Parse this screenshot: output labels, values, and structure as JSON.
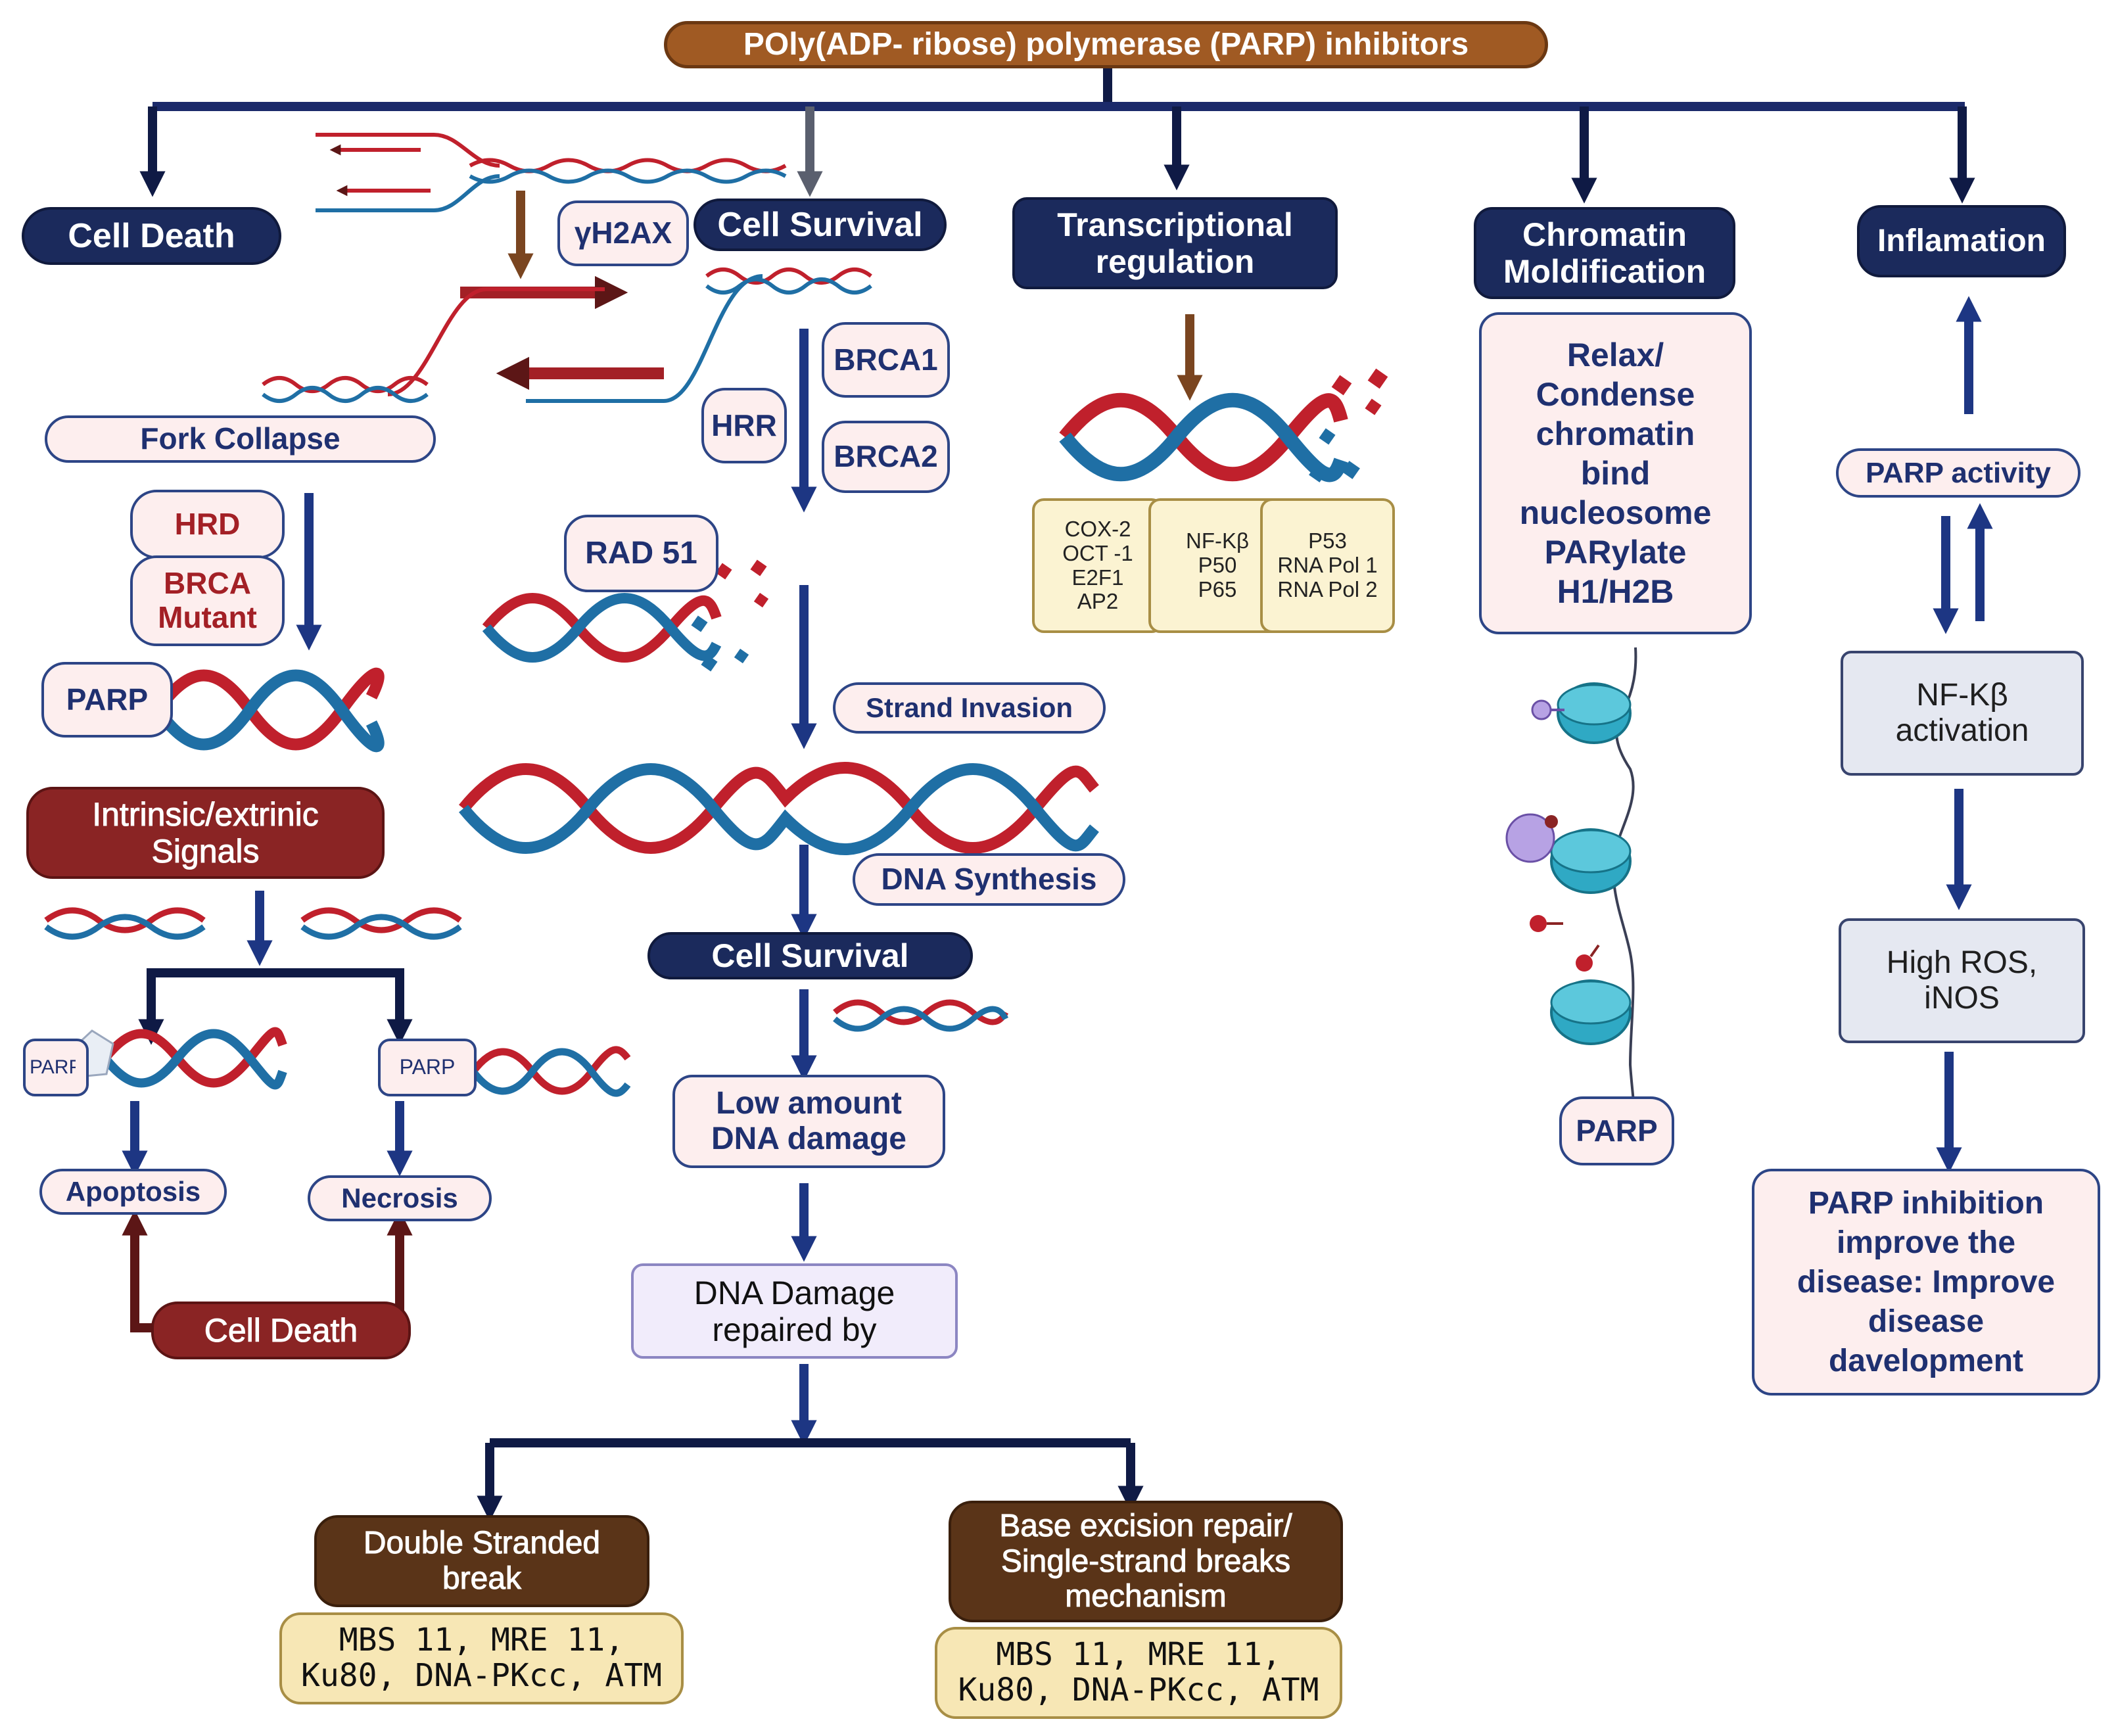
{
  "title": "POly(ADP- ribose) polymerase (PARP) inhibitors",
  "colors": {
    "navy": "#1b2a5c",
    "arrow_blue": "#1d3683",
    "brown": "#7a4520",
    "maroon": "#8a2424",
    "dna_red": "#c0202c",
    "dna_blue": "#1f6fa5",
    "nucleosome": "#2fa9c4"
  },
  "cell_death": {
    "header": "Cell Death",
    "gamma_h2ax": "γH2AX",
    "fork_collapse": "Fork  Collapse",
    "hrd": "HRD",
    "brca_mutant": "BRCA\nMutant",
    "parp": "PARP",
    "signals": "Intrinsic/extrinic\nSignals",
    "parp_left": "PARP",
    "parp_right": "PARP",
    "apoptosis": "Apoptosis",
    "necrosis": "Necrosis",
    "footer": "Cell Death"
  },
  "cell_survival": {
    "header": "Cell Survival",
    "brca1": "BRCA1",
    "brca2": "BRCA2",
    "hrr": "HRR",
    "rad51": "RAD 51",
    "strand_invasion": "Strand Invasion",
    "dna_synthesis": "DNA Synthesis",
    "survival2": "Cell Survival",
    "low_damage": "Low amount\nDNA damage",
    "repaired_by": "DNA Damage\nrepaired by",
    "dsb": "Double Stranded\nbreak",
    "dsb_genes": "MBS 11, MRE 11,\nKu80, DNA-PKcc, ATM",
    "ber": "Base excision repair/\nSingle-strand breaks\nmechanism",
    "ber_genes": "MBS 11, MRE 11,\nKu80, DNA-PKcc, ATM"
  },
  "transcription": {
    "header": "Transcriptional\nregulation",
    "factors": [
      "COX-2\nOCT -1\nE2F1\nAP2",
      "NF-Kβ\nP50\nP65",
      "P53\nRNA Pol 1\nRNA Pol 2"
    ]
  },
  "chromatin": {
    "header": "Chromatin\nMoldification",
    "description": "Relax/\nCondense\nchromatin\nbind\nnucleosome\nPARylate\nH1/H2B",
    "parp": "PARP"
  },
  "inflammation": {
    "header": "Inflamation",
    "parp_activity": "PARP activity",
    "nfkb": "NF-Kβ\nactivation",
    "ros": "High ROS,\niNOS",
    "outcome": "PARP inhibition\nimprove the\ndisease: Improve\ndisease\ndavelopment"
  }
}
